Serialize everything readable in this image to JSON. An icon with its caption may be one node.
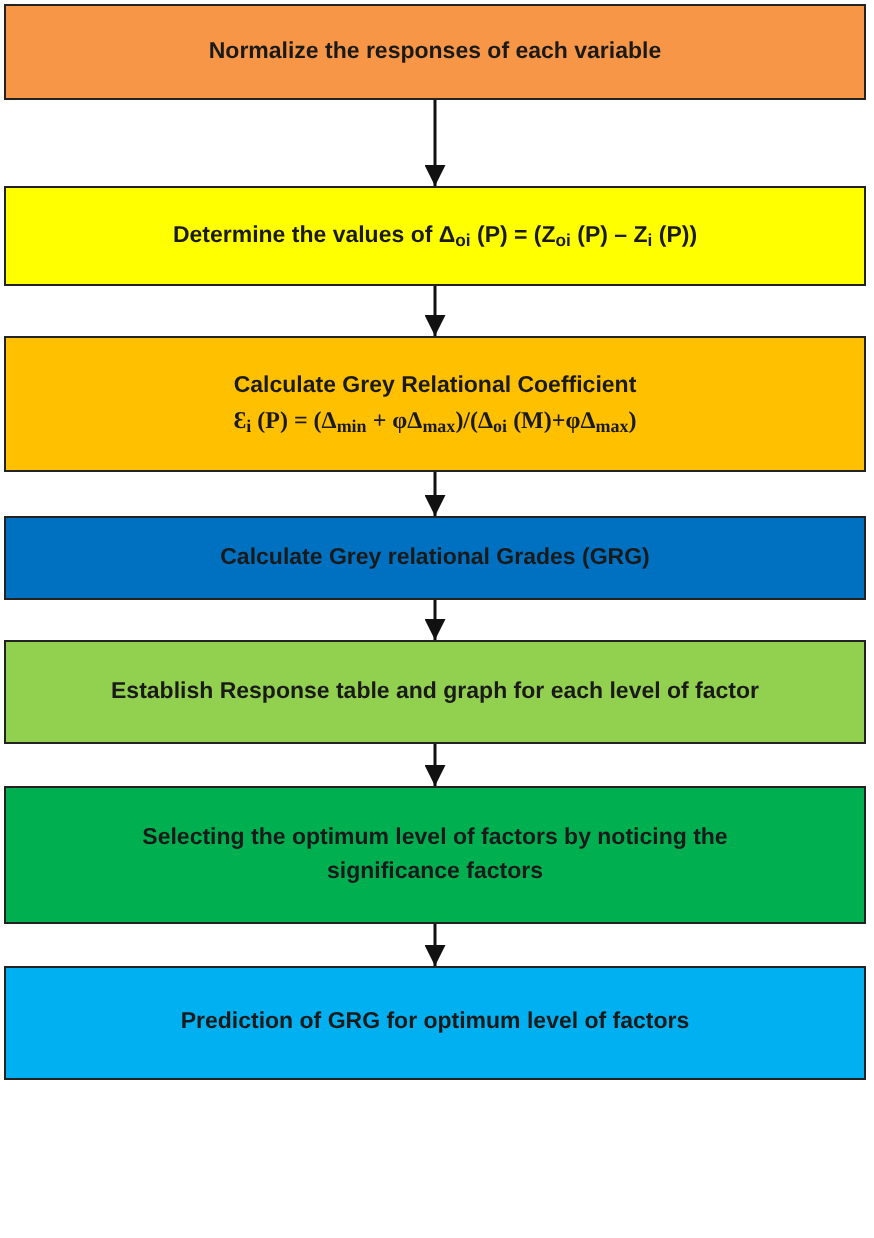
{
  "diagram": {
    "nodes": [
      {
        "text": [
          "Normalize the responses of each variable"
        ]
      },
      {
        "text": [
          "Determine the values of Δ$_{oi}$ (P) = (Z$_{oi}$ (P) – Z$_{i}$ (P))"
        ]
      },
      {
        "text": [
          "Calculate Grey Relational Coefficient",
          "Ɛ$_{i}$ (P) = (Δ$_{min}$ + φΔ$_{max}$)/(Δ$_{oi}$ (M)+φΔ$_{max}$)"
        ]
      },
      {
        "text": [
          "Calculate Grey relational Grades (GRG)"
        ]
      },
      {
        "text": [
          "Establish Response table and graph for each level of factor"
        ]
      },
      {
        "text": [
          "Selecting the optimum level of factors by noticing the significance factors"
        ]
      },
      {
        "text": [
          "Prediction of GRG for optimum level of factors"
        ]
      }
    ],
    "edges": [
      {
        "from": 0,
        "to": 1,
        "arrow": "to"
      },
      {
        "from": 1,
        "to": 2,
        "arrow": "to"
      },
      {
        "from": 2,
        "to": 3,
        "arrow": "to"
      },
      {
        "from": 3,
        "to": 4,
        "arrow": "to"
      },
      {
        "from": 4,
        "to": 5,
        "arrow": "to"
      },
      {
        "from": 5,
        "to": 6,
        "arrow": "to"
      }
    ]
  }
}
